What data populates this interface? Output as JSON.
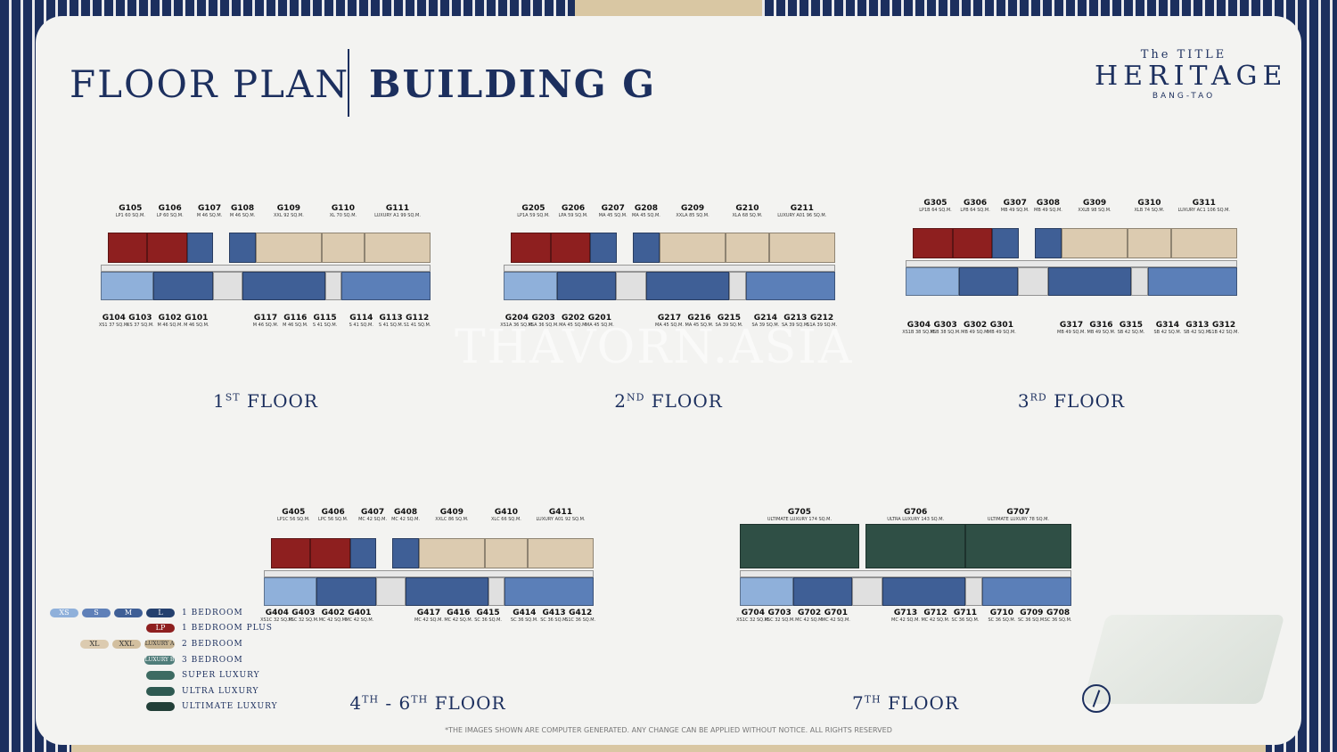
{
  "header": {
    "title_left": "FLOOR PLAN",
    "title_right": "BUILDING G"
  },
  "logo": {
    "line1": "The TITLE",
    "line2": "HERITAGE",
    "line3": "BANG-TAO"
  },
  "watermark": "THAVORN.ASIA",
  "disclaimer": "*THE IMAGES SHOWN ARE COMPUTER GENERATED. ANY CHANGE CAN BE APPLIED WITHOUT NOTICE. ALL RIGHTS RESERVED",
  "colors": {
    "navy": "#1c2f5e",
    "red": "#8e1f1f",
    "mid_blue": "#3f5f96",
    "light_blue": "#8fb0da",
    "beige": "#dccbb0",
    "green": "#2f4f45",
    "corridor": "#e8e8e8"
  },
  "floors": [
    {
      "title_num": "1",
      "title_sup": "ST",
      "title_rest": " FLOOR",
      "top": [
        {
          "id": "G105",
          "sub": "LP1 60 SQ.M."
        },
        {
          "id": "G106",
          "sub": "LP 60 SQ.M."
        },
        {
          "id": "G107",
          "sub": "M 46 SQ.M."
        },
        {
          "id": "G108",
          "sub": "M 46 SQ.M."
        },
        {
          "id": "G109",
          "sub": "XXL 92 SQ.M."
        },
        {
          "id": "G110",
          "sub": "XL 70 SQ.M."
        },
        {
          "id": "G111",
          "sub": "LUXURY A1 99 SQ.M."
        }
      ],
      "bottom": [
        {
          "id": "G104",
          "sub": "XS1 37 SQ.M."
        },
        {
          "id": "G103",
          "sub": "XS 37 SQ.M."
        },
        {
          "id": "G102",
          "sub": "M 46 SQ.M."
        },
        {
          "id": "G101",
          "sub": "M 46 SQ.M."
        },
        {
          "id": "G117",
          "sub": "M 46 SQ.M."
        },
        {
          "id": "G116",
          "sub": "M 46 SQ.M."
        },
        {
          "id": "G115",
          "sub": "S 41 SQ.M."
        },
        {
          "id": "G114",
          "sub": "S 41 SQ.M."
        },
        {
          "id": "G113",
          "sub": "S 41 SQ.M."
        },
        {
          "id": "G112",
          "sub": "S1 41 SQ.M."
        }
      ]
    },
    {
      "title_num": "2",
      "title_sup": "ND",
      "title_rest": " FLOOR",
      "top": [
        {
          "id": "G205",
          "sub": "LP1A 59 SQ.M."
        },
        {
          "id": "G206",
          "sub": "LPA 59 SQ.M."
        },
        {
          "id": "G207",
          "sub": "MA 45 SQ.M."
        },
        {
          "id": "G208",
          "sub": "MA 45 SQ.M."
        },
        {
          "id": "G209",
          "sub": "XXLA 85 SQ.M."
        },
        {
          "id": "G210",
          "sub": "XLA 68 SQ.M."
        },
        {
          "id": "G211",
          "sub": "LUXURY A01 96 SQ.M."
        }
      ],
      "bottom": [
        {
          "id": "G204",
          "sub": "XS1A 36 SQ.M."
        },
        {
          "id": "G203",
          "sub": "XSA 36 SQ.M."
        },
        {
          "id": "G202",
          "sub": "MA 45 SQ.M."
        },
        {
          "id": "G201",
          "sub": "MA 45 SQ.M."
        },
        {
          "id": "G217",
          "sub": "MA 45 SQ.M."
        },
        {
          "id": "G216",
          "sub": "MA 45 SQ.M."
        },
        {
          "id": "G215",
          "sub": "SA 39 SQ.M."
        },
        {
          "id": "G214",
          "sub": "SA 39 SQ.M."
        },
        {
          "id": "G213",
          "sub": "SA 39 SQ.M."
        },
        {
          "id": "G212",
          "sub": "S1A 39 SQ.M."
        }
      ]
    },
    {
      "title_num": "3",
      "title_sup": "RD",
      "title_rest": " FLOOR",
      "top": [
        {
          "id": "G305",
          "sub": "LP1B 64 SQ.M."
        },
        {
          "id": "G306",
          "sub": "LPB 64 SQ.M."
        },
        {
          "id": "G307",
          "sub": "MB 49 SQ.M."
        },
        {
          "id": "G308",
          "sub": "MB 49 SQ.M."
        },
        {
          "id": "G309",
          "sub": "XXLB 98 SQ.M."
        },
        {
          "id": "G310",
          "sub": "XLB 74 SQ.M."
        },
        {
          "id": "G311",
          "sub": "LUXURY AC1 106 SQ.M."
        }
      ],
      "bottom": [
        {
          "id": "G304",
          "sub": "XS1B 38 SQ.M."
        },
        {
          "id": "G303",
          "sub": "XSB 38 SQ.M."
        },
        {
          "id": "G302",
          "sub": "MB 49 SQ.M."
        },
        {
          "id": "G301",
          "sub": "MB 49 SQ.M."
        },
        {
          "id": "G317",
          "sub": "MB 49 SQ.M."
        },
        {
          "id": "G316",
          "sub": "MB 49 SQ.M."
        },
        {
          "id": "G315",
          "sub": "SB 42 SQ.M."
        },
        {
          "id": "G314",
          "sub": "SB 42 SQ.M."
        },
        {
          "id": "G313",
          "sub": "SB 42 SQ.M."
        },
        {
          "id": "G312",
          "sub": "S1B 42 SQ.M."
        }
      ]
    },
    {
      "title_num": "4",
      "title_sup": "TH",
      "title_mid": " - 6",
      "title_sup2": "TH",
      "title_rest": " FLOOR",
      "top": [
        {
          "id": "G405",
          "sub": "LP1C 56 SQ.M."
        },
        {
          "id": "G406",
          "sub": "LPC 56 SQ.M."
        },
        {
          "id": "G407",
          "sub": "MC 42 SQ.M."
        },
        {
          "id": "G408",
          "sub": "MC 42 SQ.M."
        },
        {
          "id": "G409",
          "sub": "XXLC 86 SQ.M."
        },
        {
          "id": "G410",
          "sub": "XLC 66 SQ.M."
        },
        {
          "id": "G411",
          "sub": "LUXURY A01 92 SQ.M."
        }
      ],
      "bottom": [
        {
          "id": "G404",
          "sub": "XS1C 32 SQ.M."
        },
        {
          "id": "G403",
          "sub": "XSC 32 SQ.M."
        },
        {
          "id": "G402",
          "sub": "MC 42 SQ.M."
        },
        {
          "id": "G401",
          "sub": "MC 42 SQ.M."
        },
        {
          "id": "G417",
          "sub": "MC 42 SQ.M."
        },
        {
          "id": "G416",
          "sub": "MC 42 SQ.M."
        },
        {
          "id": "G415",
          "sub": "SC 36 SQ.M."
        },
        {
          "id": "G414",
          "sub": "SC 36 SQ.M."
        },
        {
          "id": "G413",
          "sub": "SC 36 SQ.M."
        },
        {
          "id": "G412",
          "sub": "S1C 36 SQ.M."
        }
      ]
    },
    {
      "title_num": "7",
      "title_sup": "TH",
      "title_rest": " FLOOR",
      "top": [
        {
          "id": "G705",
          "sub": "ULTIMATE LUXURY 174 SQ.M."
        },
        {
          "id": "G706",
          "sub": "ULTRA LUXURY 143 SQ.M."
        },
        {
          "id": "G707",
          "sub": "ULTIMATE LUXURY 78 SQ.M."
        }
      ],
      "bottom": [
        {
          "id": "G704",
          "sub": "XS1C 32 SQ.M."
        },
        {
          "id": "G703",
          "sub": "XSC 32 SQ.M."
        },
        {
          "id": "G702",
          "sub": "MC 42 SQ.M."
        },
        {
          "id": "G701",
          "sub": "MC 42 SQ.M."
        },
        {
          "id": "G713",
          "sub": "MC 42 SQ.M."
        },
        {
          "id": "G712",
          "sub": "MC 42 SQ.M."
        },
        {
          "id": "G711",
          "sub": "SC 36 SQ.M."
        },
        {
          "id": "G710",
          "sub": "SC 36 SQ.M."
        },
        {
          "id": "G709",
          "sub": "SC 36 SQ.M."
        },
        {
          "id": "G708",
          "sub": "SC 36 SQ.M."
        }
      ]
    }
  ],
  "legend": [
    {
      "chips": [
        {
          "t": "XS",
          "c": "#8fb0da"
        },
        {
          "t": "S",
          "c": "#5f80b8"
        },
        {
          "t": "M",
          "c": "#3f5f96"
        },
        {
          "t": "L",
          "c": "#24406e"
        }
      ],
      "label": "1 BEDROOM"
    },
    {
      "chips": [
        {
          "t": "LP",
          "c": "#8e1f1f"
        }
      ],
      "label": "1 BEDROOM PLUS"
    },
    {
      "chips": [
        {
          "t": "XL",
          "c": "#dccbb0"
        },
        {
          "t": "XXL",
          "c": "#d2bf9f"
        },
        {
          "t": "LUXURY A",
          "c": "#c8b593"
        }
      ],
      "label": "2 BEDROOM"
    },
    {
      "chips": [
        {
          "t": "LUXURY B",
          "c": "#4f7d7a"
        }
      ],
      "label": "3 BEDROOM"
    },
    {
      "chips": [
        {
          "t": "",
          "c": "#3d6b62"
        }
      ],
      "label": "SUPER LUXURY"
    },
    {
      "chips": [
        {
          "t": "",
          "c": "#2f5a52"
        }
      ],
      "label": "ULTRA LUXURY"
    },
    {
      "chips": [
        {
          "t": "",
          "c": "#223f38"
        }
      ],
      "label": "ULTIMATE LUXURY"
    }
  ]
}
